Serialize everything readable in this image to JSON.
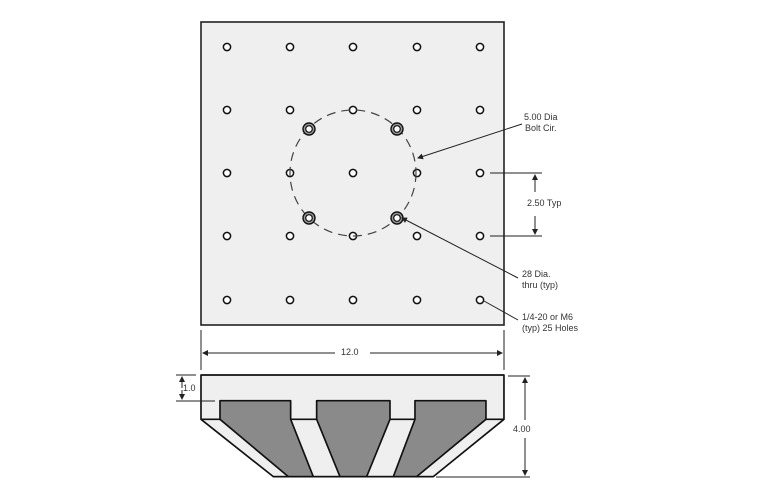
{
  "colors": {
    "plate": "#efefef",
    "pocket": "#8a8a8a",
    "line": "#222222"
  },
  "top_view": {
    "bolt_circle": {
      "line1": "5.00 Dia",
      "line2": "Bolt Cir."
    },
    "spacing": "2.50 Typ",
    "thru_hole": {
      "line1": "28 Dia.",
      "line2": "thru (typ)"
    },
    "tapped_holes": {
      "line1": "1/4-20 or M6",
      "line2": "(typ) 25 Holes"
    }
  },
  "side_view": {
    "width": "12.0",
    "plate_thickness": "1.0",
    "height": "4.00"
  }
}
